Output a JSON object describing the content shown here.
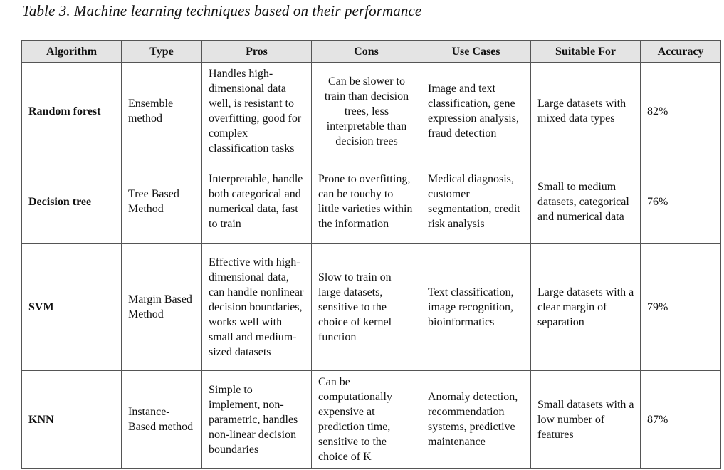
{
  "caption": "Table 3. Machine learning techniques based on their performance",
  "headers": [
    "Algorithm",
    "Type",
    "Pros",
    "Cons",
    "Use Cases",
    "Suitable For",
    "Accuracy"
  ],
  "rows": [
    {
      "algorithm": "Random forest",
      "type": "Ensemble method",
      "pros": "Handles high-dimensional data well, is resistant to overfitting, good for complex classification tasks",
      "cons": "Can be slower to train than decision trees, less interpretable than decision trees",
      "use_cases": "Image and text classification, gene expression analysis, fraud detection",
      "suitable_for": "Large datasets with mixed data types",
      "accuracy": "82%"
    },
    {
      "algorithm": "Decision tree",
      "type": "Tree Based Method",
      "pros": "Interpretable, handle both categorical and numerical data, fast to train",
      "cons": "Prone to overfitting, can be touchy to little varieties within the information",
      "use_cases": "Medical diagnosis, customer segmentation, credit risk analysis",
      "suitable_for": "Small to medium datasets, categorical and numerical data",
      "accuracy": "76%"
    },
    {
      "algorithm": "SVM",
      "type": "Margin Based Method",
      "pros": "Effective with high-dimensional data, can handle nonlinear decision boundaries, works well with small and medium-sized datasets",
      "cons": "Slow to train on large datasets, sensitive to the choice of kernel function",
      "use_cases": "Text classification, image recognition, bioinformatics",
      "suitable_for": "Large datasets with a clear margin of separation",
      "accuracy": "79%"
    },
    {
      "algorithm": "KNN",
      "type": "Instance-Based method",
      "pros": "Simple to implement, non-parametric, handles non-linear decision boundaries",
      "cons": "Can be computationally expensive at prediction time, sensitive to the choice of K",
      "use_cases": "Anomaly detection, recommendation systems, predictive maintenance",
      "suitable_for": "Small datasets with a low number of features",
      "accuracy": "87%"
    }
  ]
}
